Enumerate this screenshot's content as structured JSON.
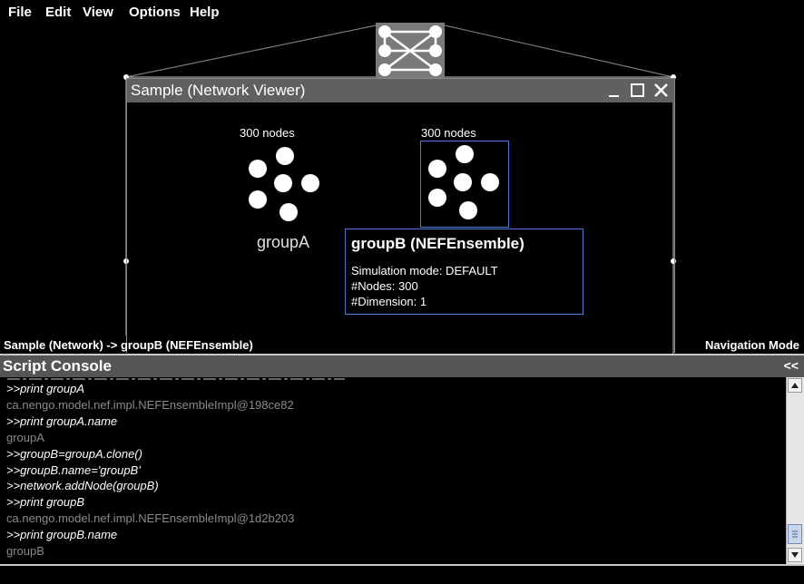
{
  "menu": {
    "file": "File",
    "edit": "Edit",
    "view": "View",
    "options": "Options",
    "help": "Help"
  },
  "icons": {
    "network_icon": "network-icon",
    "minimize": "minimize-icon",
    "maximize": "maximize-icon",
    "close": "close-icon"
  },
  "window": {
    "title": "Sample (Network Viewer)"
  },
  "groupA": {
    "node_count": "300 nodes",
    "label": "groupA"
  },
  "groupB": {
    "node_count": "300 nodes"
  },
  "tooltip": {
    "title": "groupB (NEFEnsemble)",
    "sim_mode": "Simulation mode: DEFAULT",
    "nodes": "#Nodes: 300",
    "dimension": "#Dimension: 1"
  },
  "status": {
    "path": "Sample (Network) -> groupB (NEFEnsemble)",
    "mode": "Navigation Mode"
  },
  "console": {
    "title": "Script Console",
    "collapse_label": "<<",
    "lines": [
      {
        "text": ">>print groupA",
        "kind": "cmd"
      },
      {
        "text": "ca.nengo.model.nef.impl.NEFEnsembleImpl@198ce82",
        "kind": "out"
      },
      {
        "text": ">>print groupA.name",
        "kind": "cmd"
      },
      {
        "text": "groupA",
        "kind": "out"
      },
      {
        "text": ">>groupB=groupA.clone()",
        "kind": "cmd"
      },
      {
        "text": ">>groupB.name='groupB'",
        "kind": "cmd"
      },
      {
        "text": ">>network.addNode(groupB)",
        "kind": "cmd"
      },
      {
        "text": ">>print groupB",
        "kind": "cmd"
      },
      {
        "text": "ca.nengo.model.nef.impl.NEFEnsembleImpl@1d2b203",
        "kind": "out"
      },
      {
        "text": ">>print groupB.name",
        "kind": "cmd"
      },
      {
        "text": "groupB",
        "kind": "out"
      }
    ]
  },
  "colors": {
    "background": "#000000",
    "titlebar": "#606060",
    "selection_border": "#4a7ad6",
    "console_output": "#8a8a8a"
  }
}
